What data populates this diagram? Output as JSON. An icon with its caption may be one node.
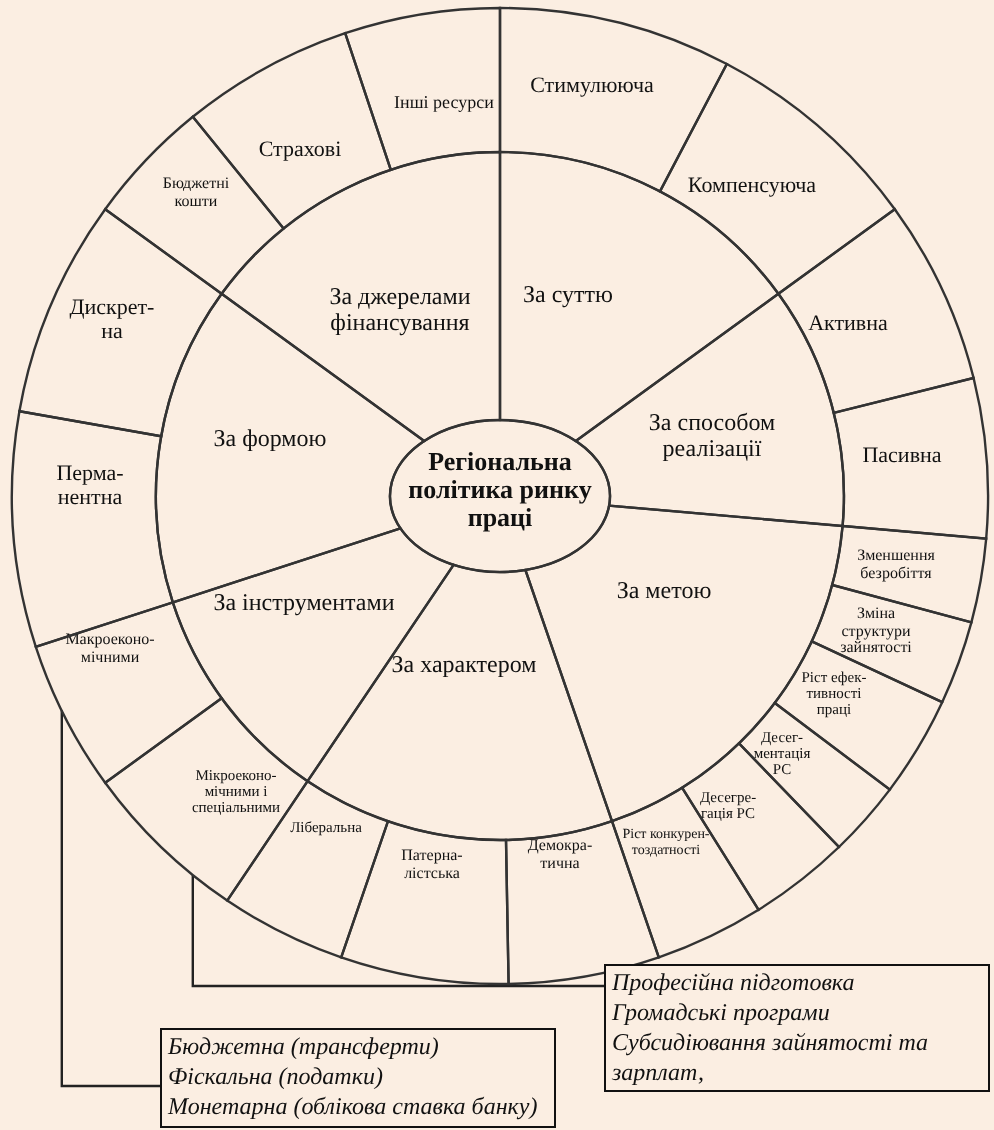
{
  "diagram": {
    "nodes": [
      {
        "text": [
          "Регіональна політика ринку праці"
        ]
      },
      {
        "text": [
          "За джерелами фінансування"
        ]
      },
      {
        "text": [
          "За суттю"
        ]
      },
      {
        "text": [
          "За способом реалізації"
        ]
      },
      {
        "text": [
          "За метою"
        ]
      },
      {
        "text": [
          "За характером"
        ]
      },
      {
        "text": [
          "За інструментами"
        ]
      },
      {
        "text": [
          "За формою"
        ]
      },
      {
        "text": [
          "Інші ресурси"
        ]
      },
      {
        "text": [
          "Стимулююча"
        ]
      },
      {
        "text": [
          "Компенсуюча"
        ]
      },
      {
        "text": [
          "Активна"
        ]
      },
      {
        "text": [
          "Пасивна"
        ]
      },
      {
        "text": [
          "Зменшення безробіття"
        ]
      },
      {
        "text": [
          "Зміна структури зайнятості"
        ]
      },
      {
        "text": [
          "Ріст ефек- тивності праці"
        ]
      },
      {
        "text": [
          "Десег- ментація РС"
        ]
      },
      {
        "text": [
          "Десегре- гація РС"
        ]
      },
      {
        "text": [
          "Ріст конкурен- тоздатності"
        ]
      },
      {
        "text": [
          "Демокра- тична"
        ]
      },
      {
        "text": [
          "Патерна- лістська"
        ]
      },
      {
        "text": [
          "Ліберальна"
        ]
      },
      {
        "text": [
          "Мікроеконо- мічними і спеціальними"
        ]
      },
      {
        "text": [
          "Макроеконо- мічними"
        ]
      },
      {
        "text": [
          "Перма- нентна"
        ]
      },
      {
        "text": [
          "Дискрет- на"
        ]
      },
      {
        "text": [
          "Бюджетні кошти"
        ]
      },
      {
        "text": [
          "Страхові"
        ]
      },
      {
        "text": [
          "Професійна підготовка",
          "Громадські програми",
          "Субсидіювання зайнятості та зарплат,"
        ]
      },
      {
        "text": [
          "Бюджетна (трансферти)",
          "Фіскальна (податки)",
          "Монетарна (облікова ставка банку)"
        ]
      }
    ],
    "edges": [
      {
        "from": 22,
        "to": 28,
        "arrow": "none"
      },
      {
        "from": 23,
        "to": 29,
        "arrow": "none"
      }
    ]
  }
}
